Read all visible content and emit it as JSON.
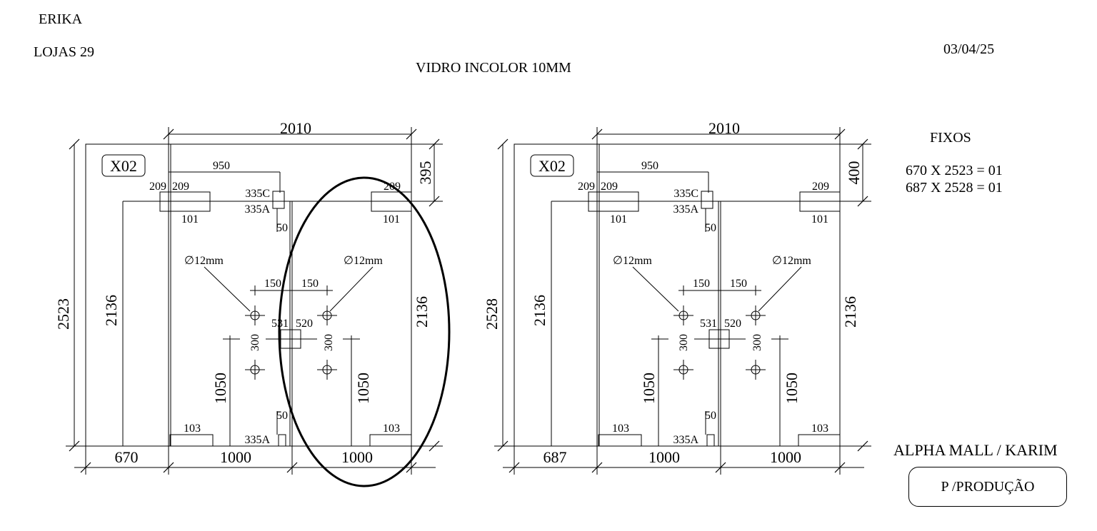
{
  "header": {
    "client": "ERIKA",
    "store": "LOJAS  29",
    "date": "03/04/25",
    "material": "VIDRO INCOLOR 10MM"
  },
  "fixed_list": {
    "title": "FIXOS",
    "items": [
      "670 X 2523 = 01",
      "687 X 2528 = 01"
    ]
  },
  "project": "ALPHA MALL / KARIM",
  "production_label": "P /PRODUÇÃO",
  "left": {
    "tag": "X02",
    "total_width": "2010",
    "total_height": "2523",
    "top_gap": "395",
    "door_height_left": "2136",
    "door_height_right": "2136",
    "fixed_width": "670",
    "leaf_left_width": "1000",
    "leaf_right_width": "1000",
    "offset_950": "950",
    "c209a": "209",
    "c209b": "209",
    "c209c": "209",
    "c101a": "101",
    "c101b": "101",
    "c335c": "335C",
    "c335a_top": "335A",
    "c50_top": "50",
    "hole_left": "∅12mm",
    "hole_right": "∅12mm",
    "c150a": "150",
    "c150b": "150",
    "c300a": "300",
    "c300b": "300",
    "c531": "531",
    "c520": "520",
    "c1050a": "1050",
    "c1050b": "1050",
    "c50_bot": "50",
    "c103a": "103",
    "c103b": "103",
    "c335a_bot": "335A"
  },
  "right": {
    "tag": "X02",
    "total_width": "2010",
    "total_height": "2528",
    "top_gap": "400",
    "door_height_left": "2136",
    "door_height_right": "2136",
    "fixed_width": "687",
    "leaf_left_width": "1000",
    "leaf_right_width": "1000",
    "offset_950": "950",
    "c209a": "209",
    "c209b": "209",
    "c209c": "209",
    "c101a": "101",
    "c101b": "101",
    "c335c": "335C",
    "c335a_top": "335A",
    "c50_top": "50",
    "hole_left": "∅12mm",
    "hole_right": "∅12mm",
    "c150a": "150",
    "c150b": "150",
    "c300a": "300",
    "c300b": "300",
    "c531": "531",
    "c520": "520",
    "c1050a": "1050",
    "c1050b": "1050",
    "c50_bot": "50",
    "c103a": "103",
    "c103b": "103",
    "c335a_bot": "335A"
  }
}
